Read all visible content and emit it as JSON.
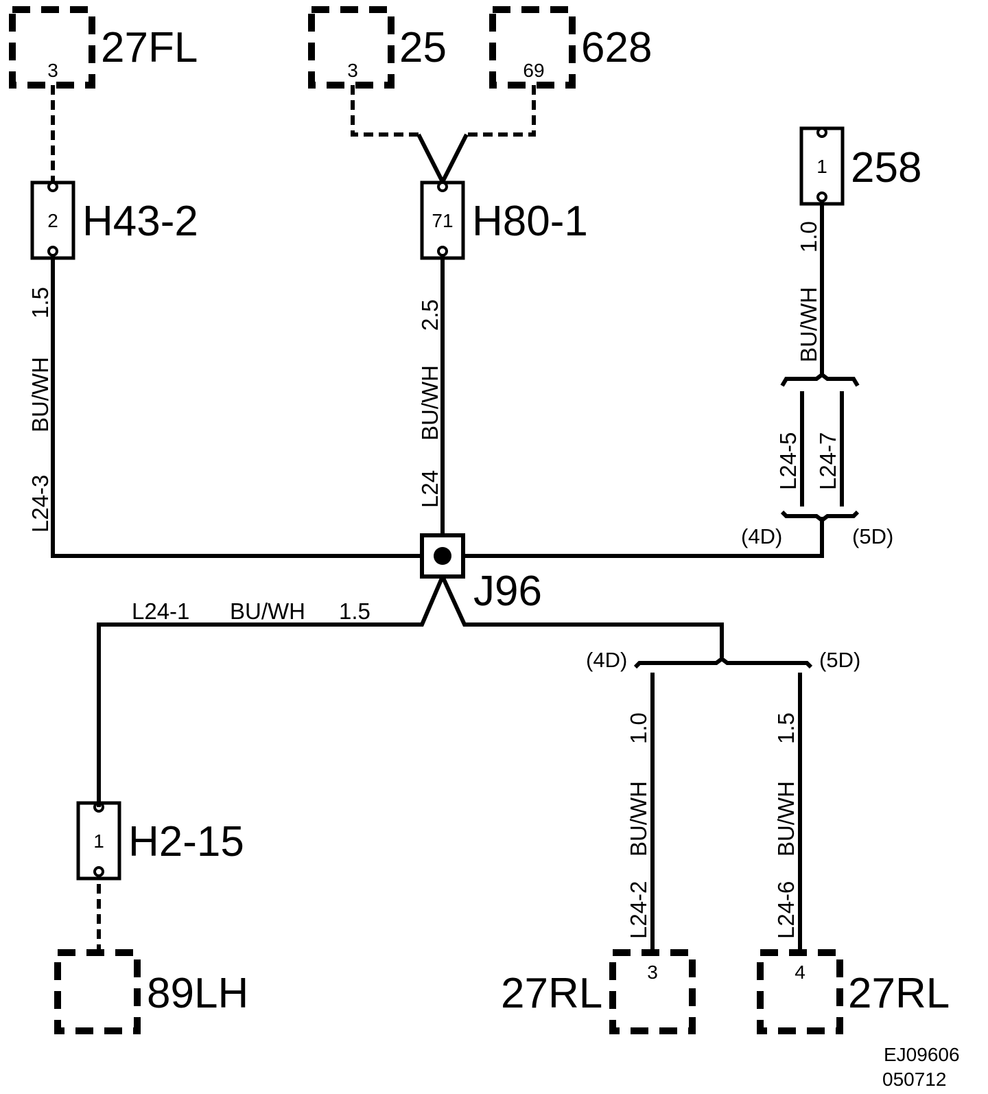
{
  "components": {
    "c27FL": {
      "label": "27FL",
      "pin": "3"
    },
    "c25": {
      "label": "25",
      "pin": "3"
    },
    "c628": {
      "label": "628",
      "pin": "69"
    },
    "c258": {
      "label": "258",
      "pin": "1"
    },
    "h43": {
      "label": "H43-2",
      "pin": "2"
    },
    "h80": {
      "label": "H80-1",
      "pin": "71"
    },
    "h2": {
      "label": "H2-15",
      "pin": "1"
    },
    "c89LH": {
      "label": "89LH",
      "pin": ""
    },
    "c27RL_a": {
      "label": "27RL",
      "pin": "3"
    },
    "c27RL_b": {
      "label": "27RL",
      "pin": "4"
    }
  },
  "splice": {
    "label": "J96"
  },
  "wires": {
    "w_h43": {
      "id": "L24-3",
      "color": "BU/WH",
      "size": "1.5"
    },
    "w_h80": {
      "id": "L24",
      "color": "BU/WH",
      "size": "2.5"
    },
    "w_258": {
      "color": "BU/WH",
      "size": "1.0"
    },
    "w_258_4d": {
      "id": "L24-5"
    },
    "w_258_5d": {
      "id": "L24-7"
    },
    "w_h2": {
      "id": "L24-1",
      "color": "BU/WH",
      "size": "1.5"
    },
    "w_27rl_a": {
      "id": "L24-2",
      "color": "BU/WH",
      "size": "1.0"
    },
    "w_27rl_b": {
      "id": "L24-6",
      "color": "BU/WH",
      "size": "1.5"
    }
  },
  "variants": {
    "four_door": "(4D)",
    "five_door": "(5D)"
  },
  "footer": {
    "code": "EJ09606",
    "date": "050712"
  }
}
